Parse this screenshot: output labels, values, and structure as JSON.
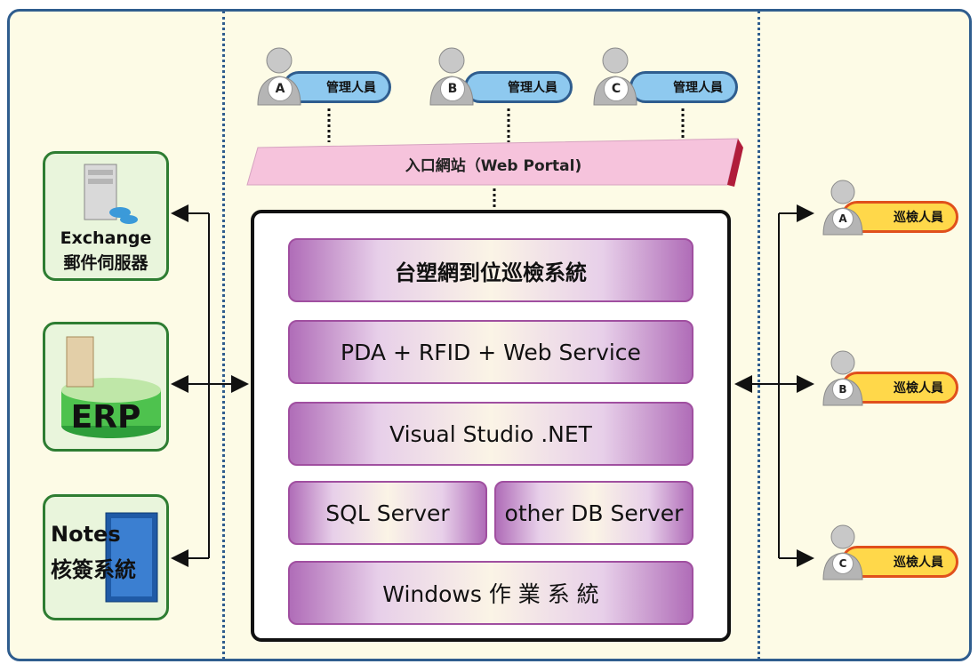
{
  "admins": [
    {
      "letter": "A",
      "role": "管理人員"
    },
    {
      "letter": "B",
      "role": "管理人員"
    },
    {
      "letter": "C",
      "role": "管理人員"
    }
  ],
  "portal": {
    "label": "入口網站（Web Portal)"
  },
  "stack": {
    "layer1": "台塑網到位巡檢系統",
    "layer2": "PDA + RFID + Web Service",
    "layer3": "Visual Studio .NET",
    "layer4a": "SQL Server",
    "layer4b": "other DB Server",
    "layer5": "Windows 作 業 系 統"
  },
  "left_systems": {
    "exchange": {
      "line1": "Exchange",
      "line2": "郵件伺服器"
    },
    "erp": {
      "label": "ERP"
    },
    "notes": {
      "line1": "Notes",
      "line2": "核簽系統"
    }
  },
  "inspectors": [
    {
      "letter": "A",
      "role": "巡檢人員"
    },
    {
      "letter": "B",
      "role": "巡檢人員"
    },
    {
      "letter": "C",
      "role": "巡檢人員"
    }
  ],
  "colors": {
    "frame": "#2f5d8e",
    "layer_border": "#a04fa0",
    "admin_pill": "#8ec9ef",
    "patrol_pill": "#ffd84a",
    "portal": "#f6c3dc"
  }
}
